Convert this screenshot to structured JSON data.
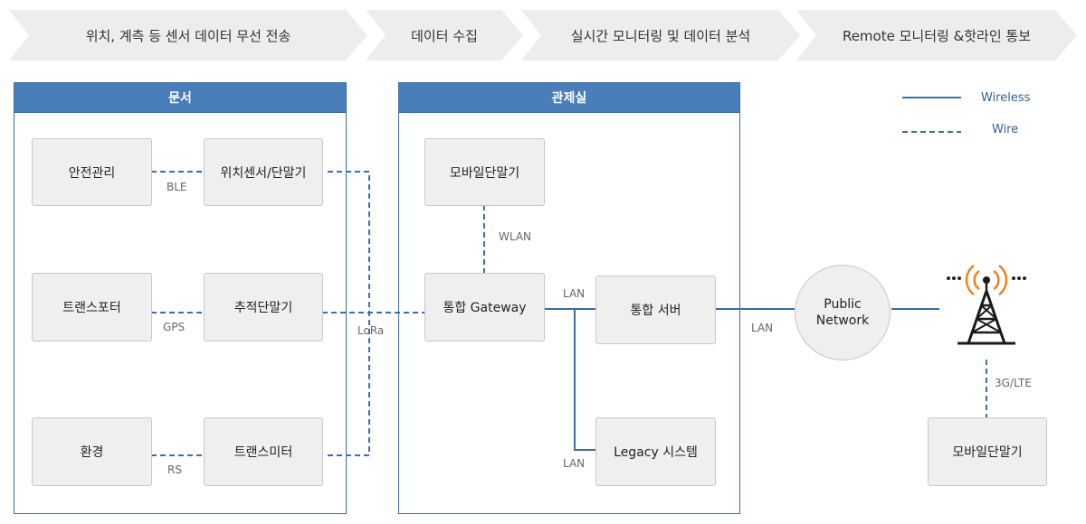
{
  "process_steps": [
    "위치, 계측 등 센서 데이터 무선 전송",
    "데이터 수집",
    "실시간 모니터링 및 데이터 분석",
    "Remote 모니터링 &핫라인 통보"
  ],
  "panels": {
    "left_title": "문서",
    "control_title": "관제실"
  },
  "nodes": {
    "safety": "안전관리",
    "location_sensor": "위치센서/단말기",
    "transporter": "트랜스포터",
    "tracking_terminal": "추적단말기",
    "environment": "환경",
    "transmitter": "트랜스미터",
    "mobile_terminal_control": "모바일단말기",
    "gateway": "통합 Gateway",
    "server": "통합 서버",
    "legacy": "Legacy 시스템",
    "mobile_terminal_remote": "모바일단말기"
  },
  "network": {
    "line1": "Public",
    "line2": "Network"
  },
  "links": {
    "ble": "BLE",
    "gps": "GPS",
    "rs": "RS",
    "lora": "LoRa",
    "wlan": "WLAN",
    "lan_gateway_server": "LAN",
    "lan_legacy": "LAN",
    "lan_network": "LAN",
    "cellular": "3G/LTE"
  },
  "legend": {
    "wireless": "Wireless",
    "wire": "Wire"
  },
  "colors": {
    "accent": "#4a7ebb",
    "line": "#3a6ea5",
    "tower": "#1a1a1a",
    "signal": "#f07f1e"
  }
}
